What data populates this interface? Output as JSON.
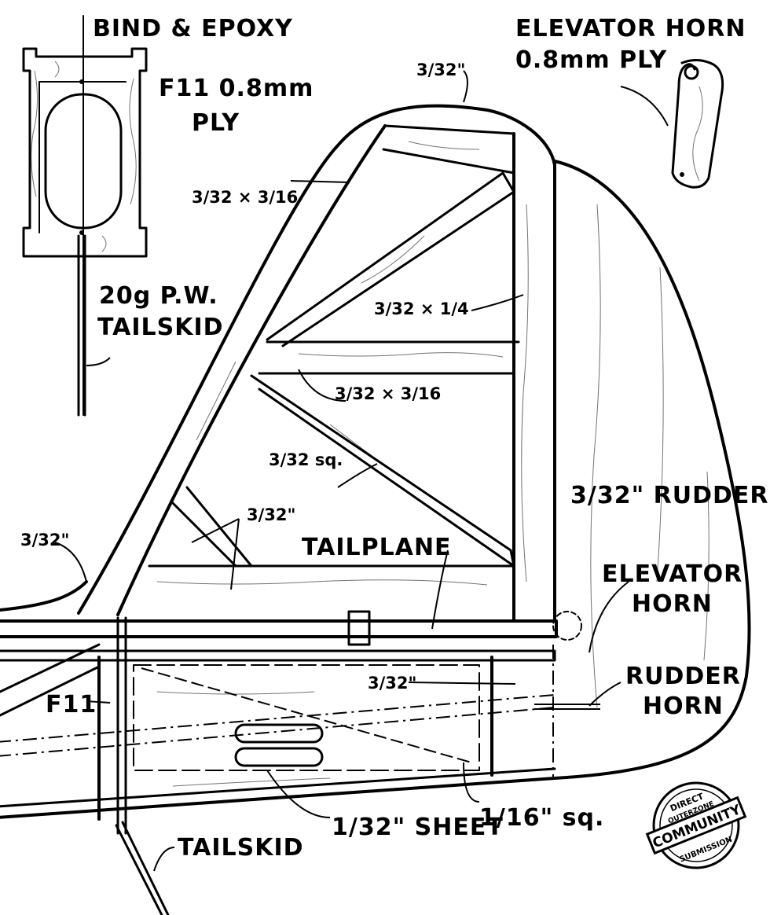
{
  "labels": {
    "bind_epoxy": "BIND & EPOXY",
    "f11_ply_line1": "F11 0.8mm",
    "f11_ply_line2": "PLY",
    "elevator_horn_ply_line1": "ELEVATOR HORN",
    "elevator_horn_ply_line2": "0.8mm PLY",
    "fin_top": "3/32\"",
    "fin_leading_edge": "3/32 × 3/16",
    "fin_diag_upper": "3/32 × 1/4",
    "fin_cross_spar": "3/32 × 3/16",
    "fin_diag_lower": "3/32 sq.",
    "fin_gusset": "3/32\"",
    "fillet": "3/32\"",
    "rudder": "3/32\" RUDDER",
    "tailplane": "TAILPLANE",
    "elevator_horn_line1": "ELEVATOR",
    "elevator_horn_line2": "HORN",
    "rudder_horn_line1": "RUDDER",
    "rudder_horn_line2": "HORN",
    "tailskid_wire_line1": "20g P.W.",
    "tailskid_wire_line2": "TAILSKID",
    "f11": "F11",
    "fuselage_sheet": "3/32\"",
    "sheet": "1/32\" SHEET",
    "square_strip": "1/16\" sq.",
    "tailskid": "TAILSKID"
  },
  "stamp": {
    "top": "DIRECT",
    "middle": "OUTERZONE",
    "main": "COMMUNITY",
    "bottom": "SUBMISSION"
  }
}
